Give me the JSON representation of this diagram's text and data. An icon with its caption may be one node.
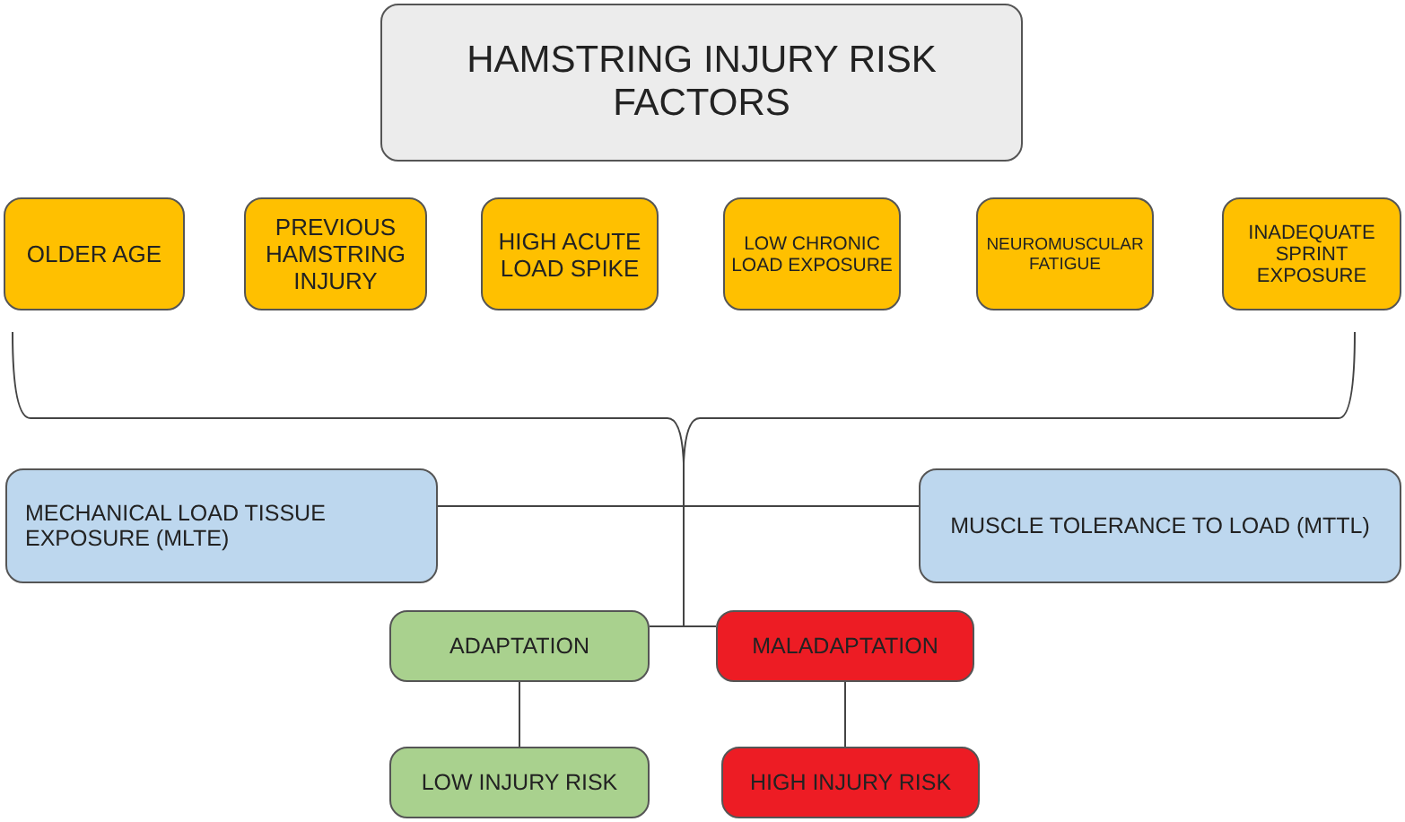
{
  "diagram": {
    "nodes": [
      {
        "text": [
          "HAMSTRING INJURY RISK FACTORS"
        ]
      },
      {
        "text": [
          "OLDER AGE"
        ]
      },
      {
        "text": [
          "PREVIOUS HAMSTRING INJURY"
        ]
      },
      {
        "text": [
          "HIGH ACUTE LOAD SPIKE"
        ]
      },
      {
        "text": [
          "LOW CHRONIC LOAD EXPOSURE"
        ]
      },
      {
        "text": [
          "NEUROMUSCULAR FATIGUE"
        ]
      },
      {
        "text": [
          "INADEQUATE SPRINT EXPOSURE"
        ]
      },
      {
        "text": [
          "MECHANICAL LOAD TISSUE EXPOSURE (MLTE)"
        ]
      },
      {
        "text": [
          "MUSCLE TOLERANCE TO LOAD (MTTL)"
        ]
      },
      {
        "text": [
          "ADAPTATION"
        ]
      },
      {
        "text": [
          "MALADAPTATION"
        ]
      },
      {
        "text": [
          "LOW INJURY RISK"
        ]
      },
      {
        "text": [
          "HIGH INJURY RISK"
        ]
      }
    ],
    "edges": [
      {
        "from": 7,
        "to": 8,
        "arrow": "none"
      },
      {
        "from": null,
        "to": 9,
        "arrow": "none"
      },
      {
        "from": null,
        "to": 10,
        "arrow": "none"
      },
      {
        "from": 9,
        "to": 11,
        "arrow": "none"
      },
      {
        "from": 10,
        "to": 12,
        "arrow": "none"
      }
    ]
  }
}
